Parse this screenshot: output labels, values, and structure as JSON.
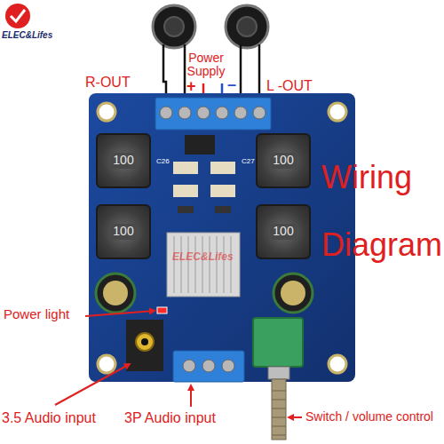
{
  "diagram": {
    "title": "Wiring Diagram",
    "nodes": [
      {
        "text": [
          "100"
        ]
      },
      {
        "text": [
          "100"
        ]
      },
      {
        "text": [
          "100"
        ]
      },
      {
        "text": [
          "100"
        ]
      }
    ],
    "labels": [
      "ELEC&Lifes",
      "R-OUT",
      "Power Supply",
      "+",
      "–",
      "L -OUT",
      "C26",
      "C27",
      "ELEC&Lifes",
      "Power light",
      "3.5 Audio input",
      "3P Audio input",
      "Switch / volume control"
    ]
  }
}
